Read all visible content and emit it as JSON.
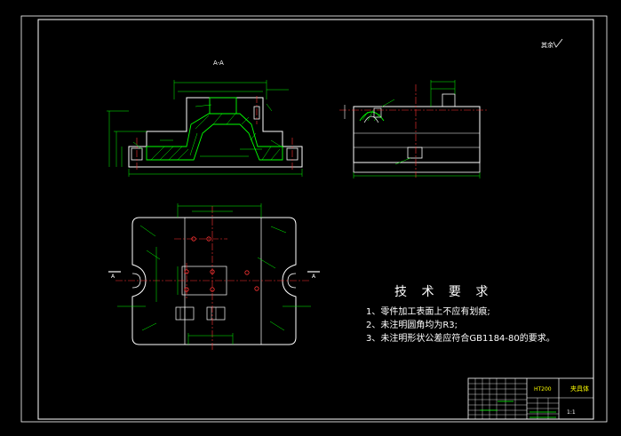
{
  "drawing": {
    "section_label": "A-A",
    "corner_note": "其余",
    "section_marker_left": "A",
    "section_marker_right": "A"
  },
  "tech_requirements": {
    "title": "技 术 要 求",
    "items": [
      "1、零件加工表面上不应有划痕;",
      "2、未注明圆角均为R3;",
      "3、未注明形状公差应符合GB1184-80的要求。"
    ]
  },
  "title_block": {
    "material": "HT200",
    "part_name": "夹具体",
    "scale": "1:1"
  },
  "colors": {
    "background": "#000000",
    "outline": "#ffffff",
    "dimension": "#00ff00",
    "centerline": "#ff3333",
    "section_hatch": "#00ff00",
    "annotation": "#ffff00"
  }
}
